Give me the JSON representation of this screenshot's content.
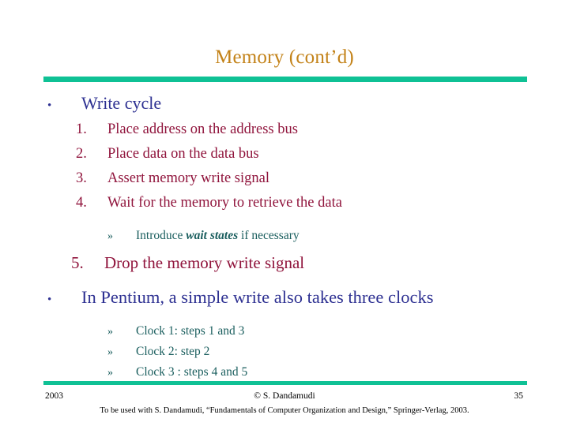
{
  "slide": {
    "title": "Memory (cont’d)",
    "accent_color": "#0FC195",
    "title_color": "#C38218",
    "bullet_color": "#2E3192",
    "number_color": "#90143C",
    "subbullet_color": "#1A5E5E"
  },
  "content": {
    "bullet1": {
      "marker": "•",
      "text": "Write cycle"
    },
    "steps": [
      {
        "num": "1.",
        "text": "Place address on the address bus"
      },
      {
        "num": "2.",
        "text": "Place data on the data bus"
      },
      {
        "num": "3.",
        "text": "Assert memory write signal"
      },
      {
        "num": "4.",
        "text": "Wait for the memory to retrieve the data"
      }
    ],
    "wait_state_note": {
      "chevron": "»",
      "prefix": "Introduce ",
      "emphasis": "wait states",
      "suffix": " if necessary"
    },
    "step5": {
      "num": "5.",
      "text": "Drop the memory write signal"
    },
    "bullet2": {
      "marker": "•",
      "text": "In Pentium, a simple write also takes three clocks"
    },
    "clocks": [
      {
        "chevron": "»",
        "text": "Clock 1: steps 1 and 3"
      },
      {
        "chevron": "»",
        "text": "Clock 2: step 2"
      },
      {
        "chevron": "»",
        "text": "Clock 3 : steps 4 and 5"
      }
    ]
  },
  "footer": {
    "year": "2003",
    "copyright": "© S. Dandamudi",
    "page_number": "35",
    "attribution": "To be used with S. Dandamudi, “Fundamentals of Computer Organization and Design,” Springer-Verlag, 2003."
  }
}
